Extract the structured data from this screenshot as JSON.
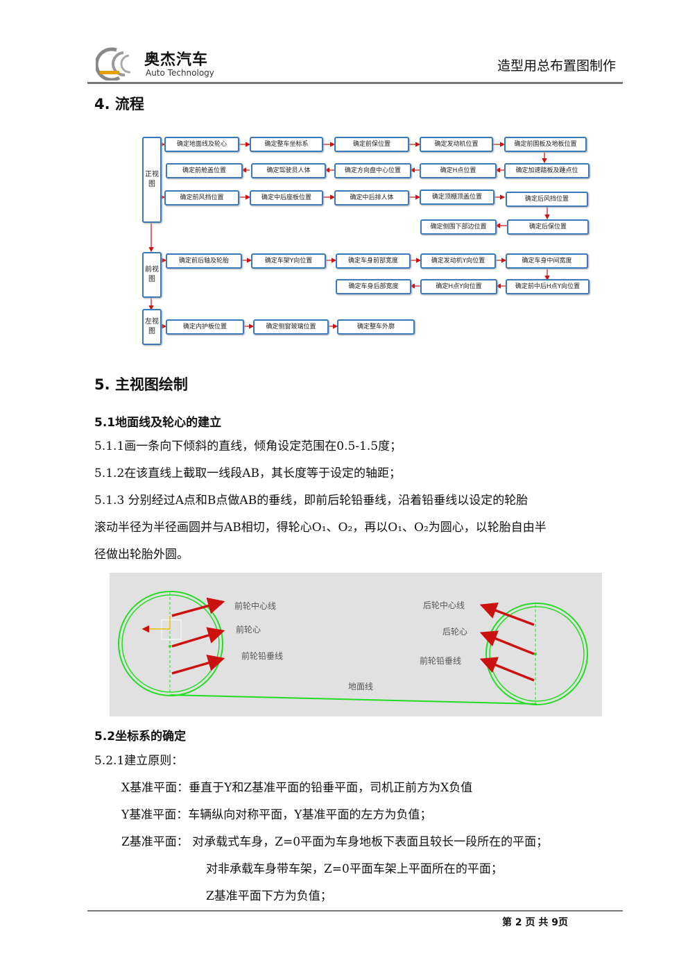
{
  "header": {
    "logo_cn": "奥杰汽车",
    "logo_en": "Auto Technology",
    "doc_title": "造型用总布置图制作"
  },
  "section4": {
    "heading": "4. 流程"
  },
  "flow": {
    "views": [
      "正视图",
      "前视图",
      "左视图"
    ],
    "row1": [
      "确定地面线及轮心",
      "确定整车坐标系",
      "确定前保位置",
      "确定发动机位置",
      "确定前围板及地板位置"
    ],
    "row2": [
      "确定前舱盖位置",
      "确定驾驶员人体",
      "确定方向盘中心位置",
      "确定H点位置",
      "确定加速踏板及踵点位"
    ],
    "row3": [
      "确定前风挡位置",
      "确定中后座板位置",
      "确定中后排人体",
      "确定顶棚顶盖位置",
      "确定后风挡位置"
    ],
    "row4": [
      "确定侧围下部边位置",
      "确定后保位置"
    ],
    "row5": [
      "确定前后轴及轮胎",
      "确定车架Y向位置",
      "确定车身前部宽度",
      "确定发动机Y向位置",
      "确定车身中间宽度"
    ],
    "row6": [
      "确定车身后部宽度",
      "确定H点Y向位置",
      "确定前中后H点Y向位置"
    ],
    "row7": [
      "确定内护板位置",
      "确定侧窗玻璃位置",
      "确定整车外廓"
    ]
  },
  "section5": {
    "heading": "5. 主视图绘制",
    "sub1": "5.1地面线及轮心的建立",
    "p511": "5.1.1画一条向下倾斜的直线，倾角设定范围在0.5-1.5度；",
    "p512": "5.1.2在该直线上截取一线段AB，其长度等于设定的轴距；",
    "p513_l1": "5.1.3 分别经过A点和B点做AB的垂线，即前后轮铅垂线，沿着铅垂线以设定的轮胎",
    "p513_l2": "滚动半径为半径画圆并与AB相切，得轮心O₁、O₂，再以O₁、O₂为圆心，以轮胎自由半",
    "p513_l3": "径做出轮胎外圆。",
    "figure": {
      "front_center_line": "前轮中心线",
      "front_wheel_center": "前轮心",
      "front_plumb_line": "前轮铅垂线",
      "rear_center_line": "后轮中心线",
      "rear_wheel_center": "后轮心",
      "rear_plumb_line": "前轮铅垂线",
      "ground_line": "地面线"
    },
    "sub2": "5.2坐标系的确定",
    "p521": "5.2.1建立原则：",
    "x_plane": "X基准平面：垂直于Y和Z基准平面的铅垂平面，司机正前方为X负值",
    "y_plane": "Y基准平面：车辆纵向对称平面，Y基准平面的左方为负值；",
    "z_plane_l1": "Z基准平面： 对承载式车身，Z=0平面为车身地板下表面且较长一段所在的平面；",
    "z_plane_l2": "对非承载车身带车架，Z=0平面车架上平面所在的平面；",
    "z_plane_l3": "Z基准平面下方为负值；"
  },
  "footer": {
    "page": "第 2 页 共 9页"
  },
  "colors": {
    "flow_border": "#3a7ab8",
    "arrow": "#cc1111",
    "tire": "#22dd22",
    "figure_bg": "#e1e1e1"
  }
}
